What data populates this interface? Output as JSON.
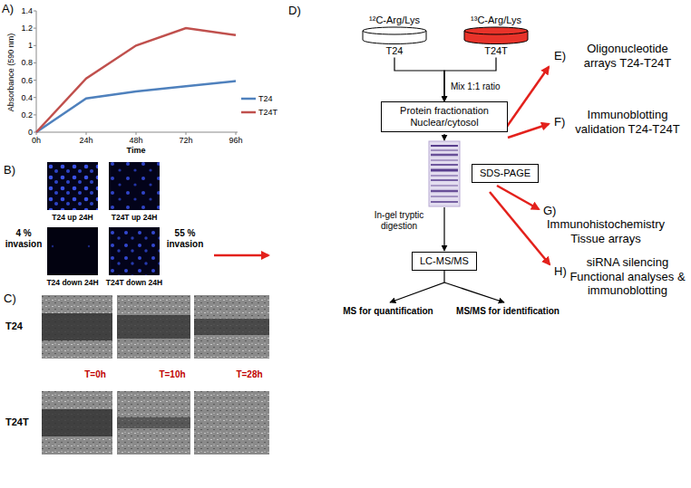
{
  "diagram": {
    "nodes": [
      {
        "text": [
          "¹²C-Arg/Lys",
          "T24"
        ]
      },
      {
        "text": [
          "¹³C-Arg/Lys",
          "T24T"
        ]
      },
      {
        "text": [
          "Protein fractionation Nuclear/cytosol"
        ]
      },
      {
        "text": [
          "SDS-PAGE"
        ]
      },
      {
        "text": [
          "LC-MS/MS"
        ]
      }
    ],
    "edges": [
      {
        "from": 0,
        "to": 2,
        "arrow": "to"
      },
      {
        "from": 1,
        "to": 2,
        "arrow": "to"
      }
    ],
    "labels": [
      "A)",
      "Absorbance (590 nm)",
      "1.4",
      "1.2",
      "1",
      "0.8",
      "0.6",
      "0.4",
      "0.2",
      "0",
      "0h",
      "24h",
      "48h",
      "72h",
      "96h",
      "Time",
      "B)",
      "T24 up 24H",
      "T24T up 24H",
      "4 % invasion",
      "55 % invasion",
      "T24 down 24H",
      "T24T down 24H",
      "C)",
      "T24",
      "T24T",
      "T=0h",
      "T=10h",
      "T=28h",
      "D)",
      "Mix 1:1 ratio",
      "In-gel tryptic digestion",
      "MS for quantification",
      "MS/MS for identification",
      "E)",
      "Oligonucleotide arrays T24-T24T",
      "F)",
      "Immunoblotting validation T24-T24T",
      "G)",
      "Immunohistochemistry Tissue arrays",
      "H)",
      "siRNA silencing Functional analyses & immunoblotting"
    ],
    "legend": [
      {
        "text": "T24"
      },
      {
        "text": "T24T"
      }
    ]
  }
}
